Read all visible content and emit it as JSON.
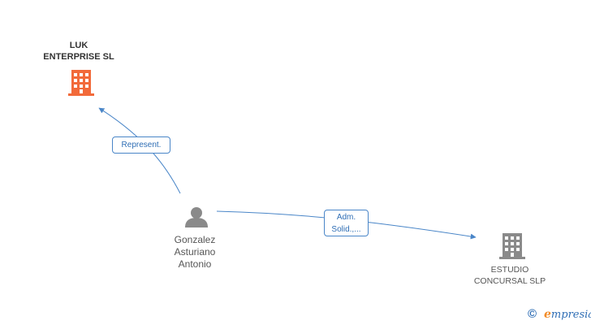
{
  "nodes": {
    "main_company": {
      "label": "LUK\nENTERPRISE SL",
      "color": "#f26a3a"
    },
    "person": {
      "label": "Gonzalez\nAsturiano\nAntonio",
      "color": "#8a8a8a"
    },
    "company_2": {
      "label": "ESTUDIO\nCONCURSAL SLP",
      "color": "#8a8a8a"
    }
  },
  "edges": {
    "represent": {
      "label": "Represent."
    },
    "adm": {
      "label_line1": "Adm.",
      "label_line2": "Solid.,..."
    }
  },
  "edge_color": "#4a86c8",
  "logo": {
    "copyright": "©",
    "brand_first": "e",
    "brand_rest": "mpresia"
  }
}
